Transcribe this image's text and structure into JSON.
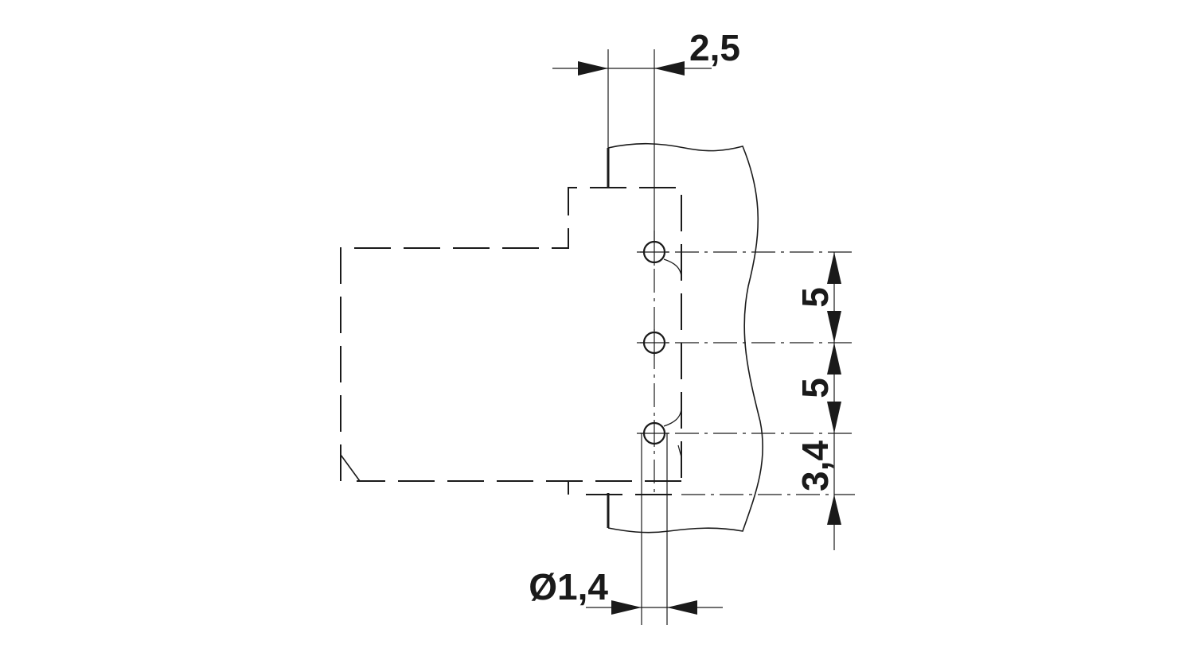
{
  "dimensions": {
    "pitch_x": "2,5",
    "pitch_y_1": "5",
    "pitch_y_2": "5",
    "edge_offset": "3,4",
    "hole_diameter": "Ø1,4"
  },
  "hole_count": 3,
  "colors": {
    "line": "#1a1a1a",
    "background": "#ffffff"
  }
}
